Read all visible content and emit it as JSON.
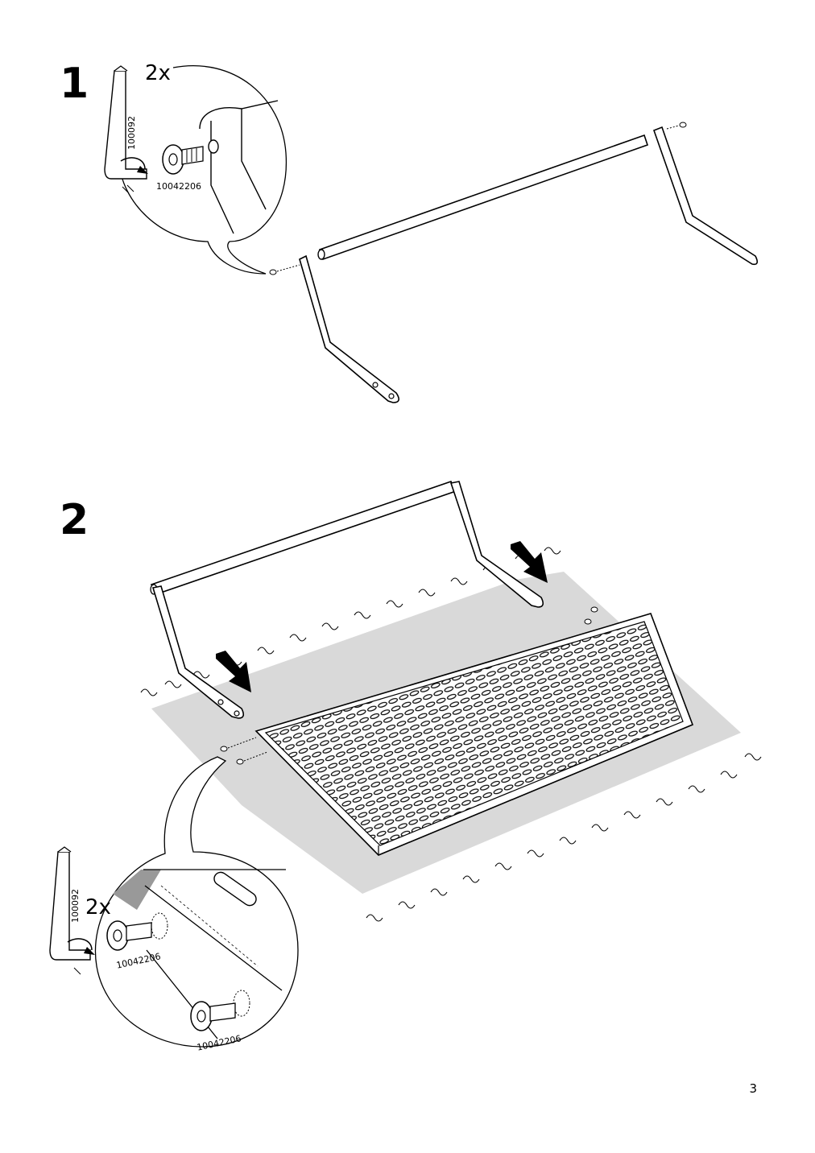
{
  "page": {
    "number": "3"
  },
  "steps": [
    {
      "number": "1",
      "detail": {
        "quantity": "2x",
        "tool_part": "100092",
        "screw_part": "10042206"
      }
    },
    {
      "number": "2",
      "detail": {
        "quantity": "2x",
        "tool_part": "100092",
        "screw_part_a": "10042206",
        "screw_part_b": "10042206"
      }
    }
  ]
}
